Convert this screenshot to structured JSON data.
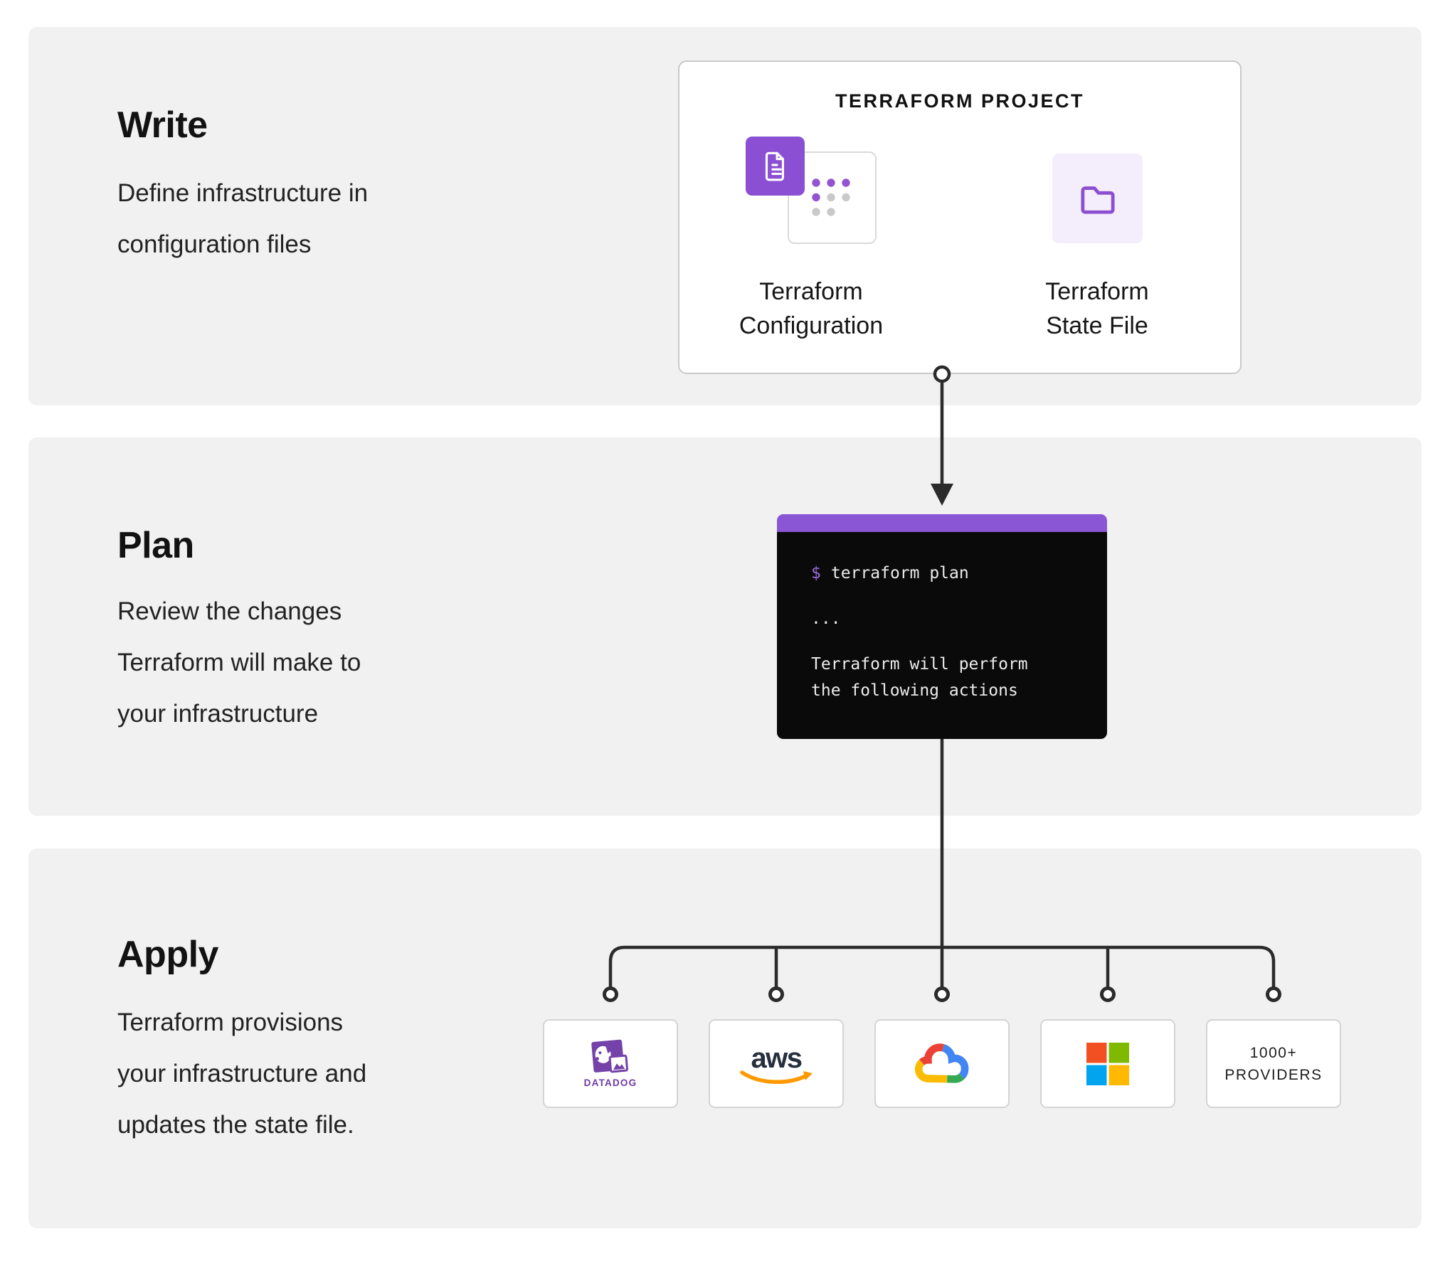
{
  "stages": [
    {
      "heading": "Write",
      "body": [
        "Define infrastructure in",
        "configuration files"
      ]
    },
    {
      "heading": "Plan",
      "body": [
        "Review the changes",
        "Terraform will make to",
        "your infrastructure"
      ]
    },
    {
      "heading": "Apply",
      "body": [
        "Terraform provisions",
        "your infrastructure and",
        "updates the state file."
      ]
    }
  ],
  "project_card": {
    "title": "TERRAFORM PROJECT",
    "config_label": [
      "Terraform",
      "Configuration"
    ],
    "state_label": [
      "Terraform",
      "State File"
    ]
  },
  "terminal": {
    "prompt": "$",
    "command": "terraform plan",
    "ellipsis": "...",
    "output": [
      "Terraform will perform",
      "the following actions"
    ]
  },
  "providers": {
    "datadog_label": "DATADOG",
    "aws_label": "aws",
    "more": [
      "1000+",
      "PROVIDERS"
    ]
  },
  "colors": {
    "section_bg": "#f1f1f1",
    "accent_purple": "#8a4fd3",
    "light_purple": "#f4edfb",
    "terminal_header": "#8a56d6",
    "terminal_bg": "#0a0a0a",
    "terminal_prompt": "#9b6ce0",
    "connector": "#2b2b2b",
    "datadog_purple": "#6f3aa5",
    "aws_navy": "#252f3e",
    "aws_orange": "#ff9900",
    "gcp_red": "#ea4335",
    "gcp_blue": "#4285f4",
    "gcp_yellow": "#fbbc05",
    "gcp_green": "#34a853",
    "ms_red": "#f25022",
    "ms_green": "#7fba00",
    "ms_blue": "#00a4ef",
    "ms_yellow": "#ffb900"
  }
}
